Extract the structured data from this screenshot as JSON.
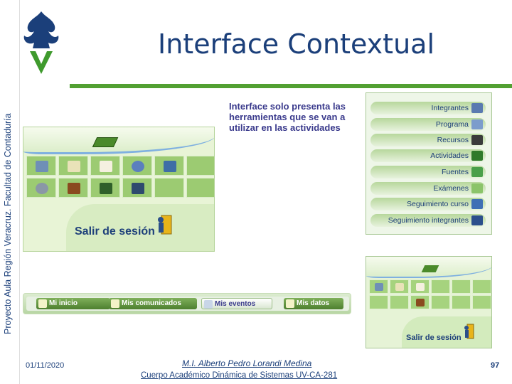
{
  "side_title": "Proyecto Aula Región Veracruz. Facultad de Contaduría",
  "title": "Interface Contextual",
  "description": "Interface solo presenta las herramientas que se van a utilizar en las actividades",
  "main_panel": {
    "logout_label": "Salir de sesión",
    "icons": [
      "calendar-icon",
      "calendar-icon",
      "clipboard-icon",
      "people-circle-icon",
      "tools-icon",
      "",
      "chat-icon",
      "books-icon",
      "users-icon",
      "team-icon",
      "",
      ""
    ]
  },
  "nav_bar": [
    {
      "label": "Mi inicio",
      "active": false
    },
    {
      "label": "Mis comunicados",
      "active": false
    },
    {
      "label": "Mis eventos",
      "active": true
    },
    {
      "label": "Mis datos",
      "active": false
    }
  ],
  "menu": [
    {
      "label": "Integrantes",
      "icon": "users-icon"
    },
    {
      "label": "Programa",
      "icon": "calendar-icon"
    },
    {
      "label": "Recursos",
      "icon": "resources-icon"
    },
    {
      "label": "Actividades",
      "icon": "activities-icon"
    },
    {
      "label": "Fuentes",
      "icon": "sources-icon"
    },
    {
      "label": "Exámenes",
      "icon": "exams-icon"
    },
    {
      "label": "Seguimiento curso",
      "icon": "tracking-icon"
    },
    {
      "label": "Seguimiento integrantes",
      "icon": "team-icon"
    }
  ],
  "small_panel": {
    "logout_label": "Salir de sesión"
  },
  "footer": {
    "date": "01/11/2020",
    "author": "M.I. Alberto Pedro Lorandi Medina",
    "body": "Cuerpo Académico Dinámica de Sistemas UV-CA-281",
    "page": "97"
  },
  "colors": {
    "accent_green": "#52a032",
    "text_blue": "#1b3f7a"
  }
}
